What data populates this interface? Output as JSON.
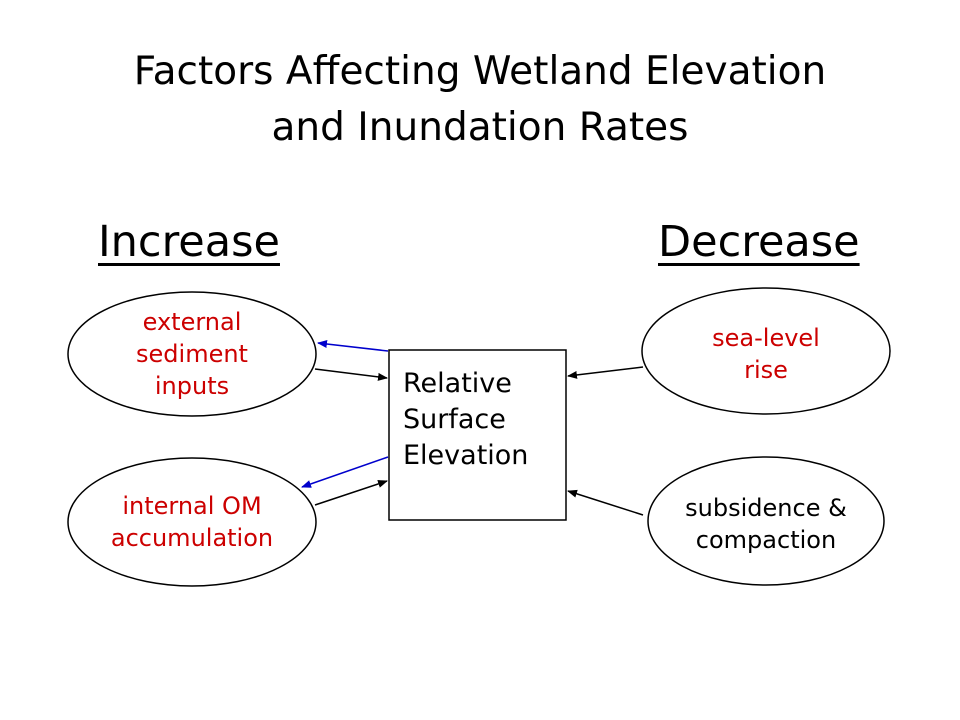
{
  "title": {
    "line1": "Factors Affecting Wetland Elevation",
    "line2": "and Inundation Rates"
  },
  "headings": {
    "increase": "Increase",
    "decrease": "Decrease"
  },
  "nodes": {
    "external_sediment": [
      "external",
      "sediment",
      "inputs"
    ],
    "internal_om": [
      "internal OM",
      "accumulation"
    ],
    "sea_level": [
      "sea-level",
      "rise"
    ],
    "subsidence": [
      "subsidence &",
      "compaction"
    ],
    "center": [
      "Relative",
      "Surface",
      "Elevation"
    ]
  },
  "colors": {
    "increase_text": "#cc0000",
    "decrease_red_text": "#cc0000",
    "feedback_arrow": "#0000cc",
    "arrow": "#000000"
  }
}
